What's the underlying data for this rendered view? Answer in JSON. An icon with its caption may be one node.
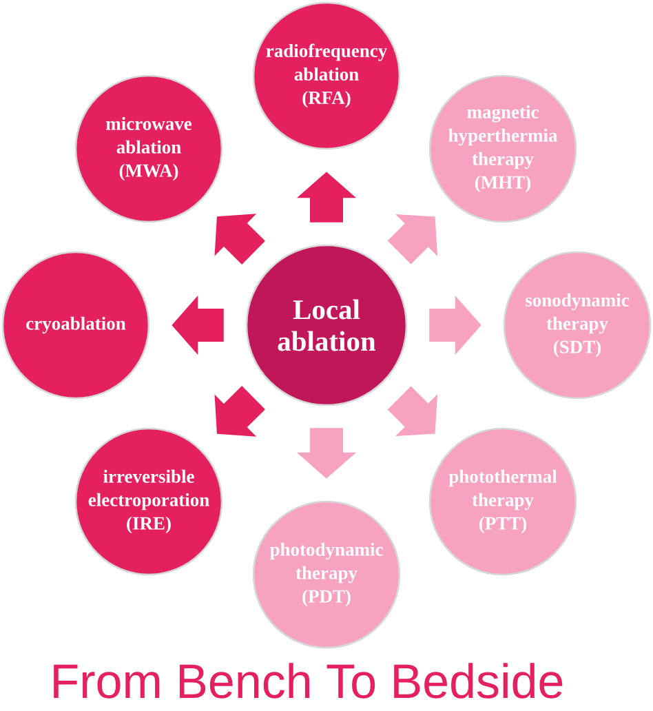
{
  "diagram": {
    "caption": "From Bench To Bedside",
    "nodes": [
      {
        "text": [
          "radiofrequency ablation (RFA)"
        ]
      },
      {
        "text": [
          "microwave ablation (MWA)"
        ]
      },
      {
        "text": [
          "magnetic hyperthermia therapy (MHT)"
        ]
      },
      {
        "text": [
          "cryoablation"
        ]
      },
      {
        "text": [
          "Local ablation"
        ]
      },
      {
        "text": [
          "sonodynamic therapy (SDT)"
        ]
      },
      {
        "text": [
          "irreversible electroporation (IRE)"
        ]
      },
      {
        "text": [
          "photothermal therapy (PTT)"
        ]
      },
      {
        "text": [
          "photodynamic therapy (PDT)"
        ]
      }
    ],
    "edges": [
      {
        "from": 4,
        "to": 0,
        "arrow": "to"
      },
      {
        "from": 4,
        "to": 1,
        "arrow": "to"
      },
      {
        "from": 4,
        "to": 2,
        "arrow": "to",
        "color": "#f6a2c0"
      },
      {
        "from": 4,
        "to": 3,
        "arrow": "to"
      },
      {
        "from": 4,
        "to": 5,
        "arrow": "to",
        "color": "#f6a2c0"
      },
      {
        "from": 4,
        "to": 6,
        "arrow": "to"
      },
      {
        "from": 4,
        "to": 7,
        "arrow": "to",
        "color": "#f6a2c0"
      },
      {
        "from": 4,
        "to": 8,
        "arrow": "to",
        "color": "#f6a2c0"
      }
    ]
  }
}
